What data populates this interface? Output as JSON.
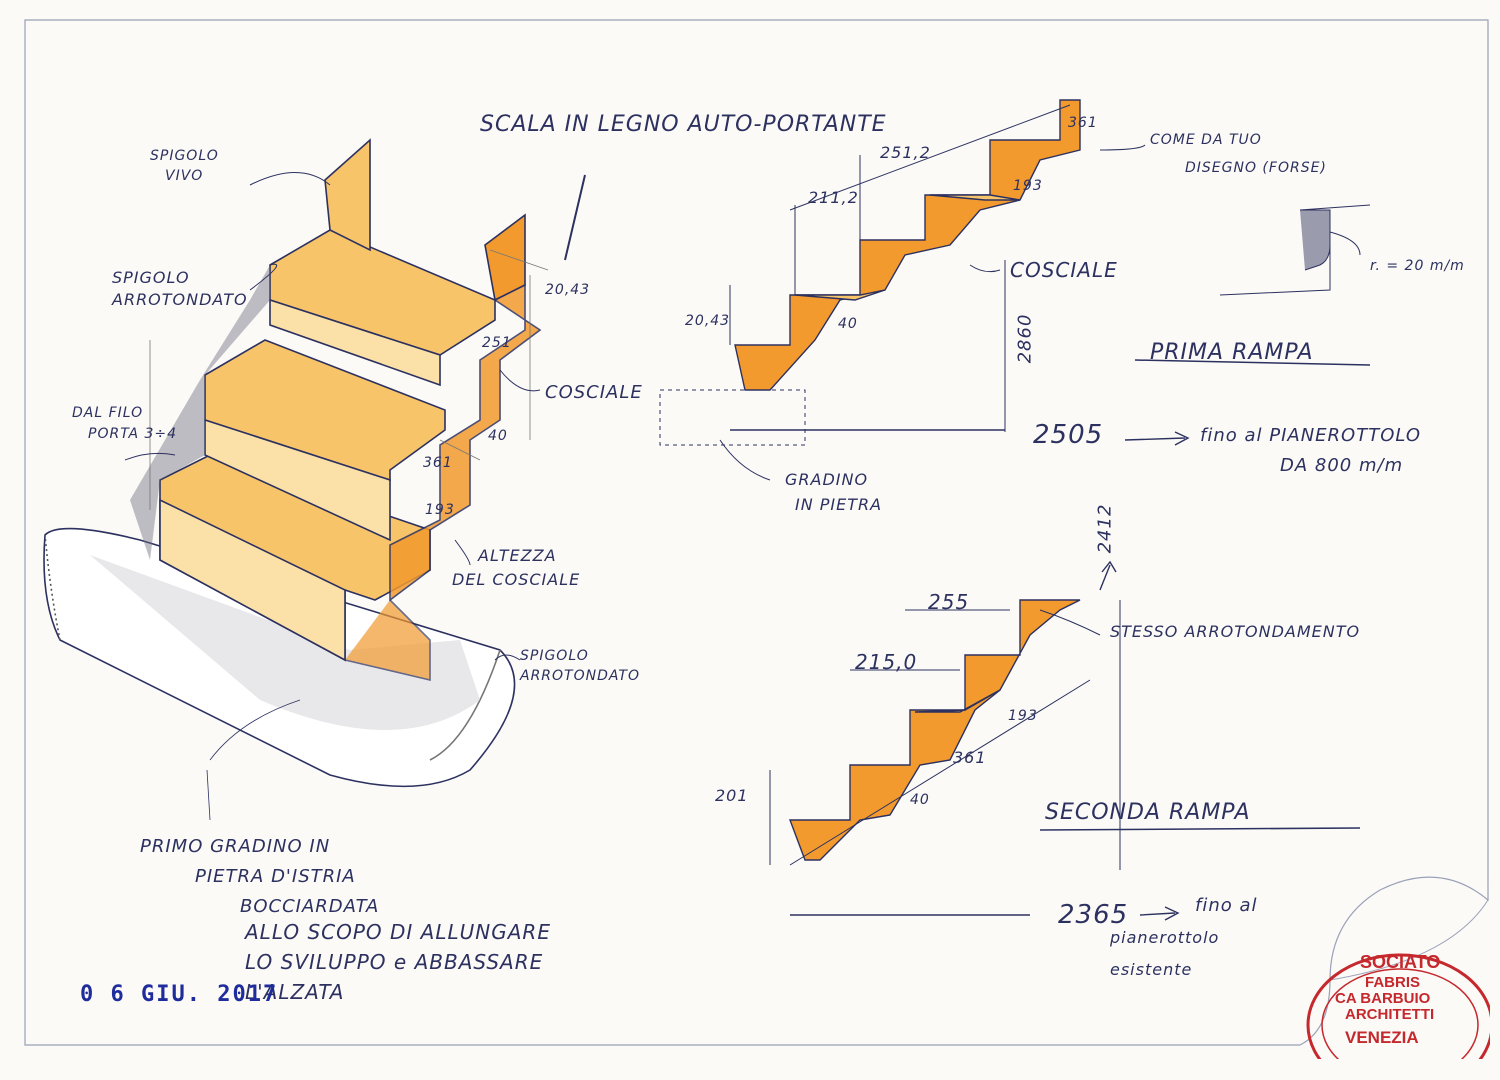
{
  "title": "SCALA IN LEGNO AUTO-PORTANTE",
  "labels": {
    "spigolo_vivo_1": "SPIGOLO",
    "spigolo_vivo_2": "VIVO",
    "spigolo_arr_1": "SPIGOLO",
    "spigolo_arr_2": "ARROTONDATO",
    "dal_filo_1": "DAL FILO",
    "dal_filo_2": "PORTA 3÷4",
    "cosciale_left": "COSCIALE",
    "altezza_1": "ALTEZZA",
    "altezza_2": "DEL COSCIALE",
    "spigolo_arr_b_1": "SPIGOLO",
    "spigolo_arr_b_2": "ARROTONDATO",
    "cosciale_right": "COSCIALE",
    "come_1": "COME DA TUO",
    "come_2": "DISEGNO (FORSE)",
    "radius": "r. = 20 m/m",
    "gradino_1": "GRADINO",
    "gradino_2": "IN PIETRA",
    "prima_rampa": "PRIMA RAMPA",
    "seconda_rampa": "SECONDA RAMPA",
    "fino_1": "fino al PIANEROTTOLO",
    "fino_2": "DA 800 m/m",
    "stesso": "STESSO ARROTONDAMENTO",
    "fino_b_1": "fino al",
    "fino_b_2": "pianerottolo",
    "fino_b_3": "esistente",
    "primo_1": "PRIMO GRADINO IN",
    "primo_2": "PIETRA D'ISTRIA",
    "primo_3": "BOCCIARDATA",
    "primo_4": "ALLO SCOPO DI ALLUNGARE",
    "primo_5": "LO SVILUPPO e ABBASSARE",
    "primo_6": "L'ALZATA"
  },
  "dims": {
    "d1": "20,43",
    "d2": "251",
    "d3": "40",
    "d4": "361",
    "d5": "193",
    "r1": "361",
    "r2": "251,2",
    "r3": "211,2",
    "r4": "193",
    "r5": "20,43",
    "r6": "40",
    "r7": "2860",
    "r8": "2505",
    "s1": "2412",
    "s2": "255",
    "s3": "215,0",
    "s4": "193",
    "s5": "201",
    "s6": "361",
    "s7": "40",
    "s8": "2365"
  },
  "date": "0 6 GIU. 2017",
  "stamp": {
    "line1": "SOCIATO",
    "line2": "FABRIS",
    "line3": "CA BARBUIO",
    "line4": "ARCHITETTI",
    "line5": "VENEZIA"
  },
  "colors": {
    "ink": "#2c3160",
    "wood": "#f29a2e",
    "wood_light": "#f7c46a",
    "stamp": "#c5282d",
    "date": "#1f2c9c"
  }
}
